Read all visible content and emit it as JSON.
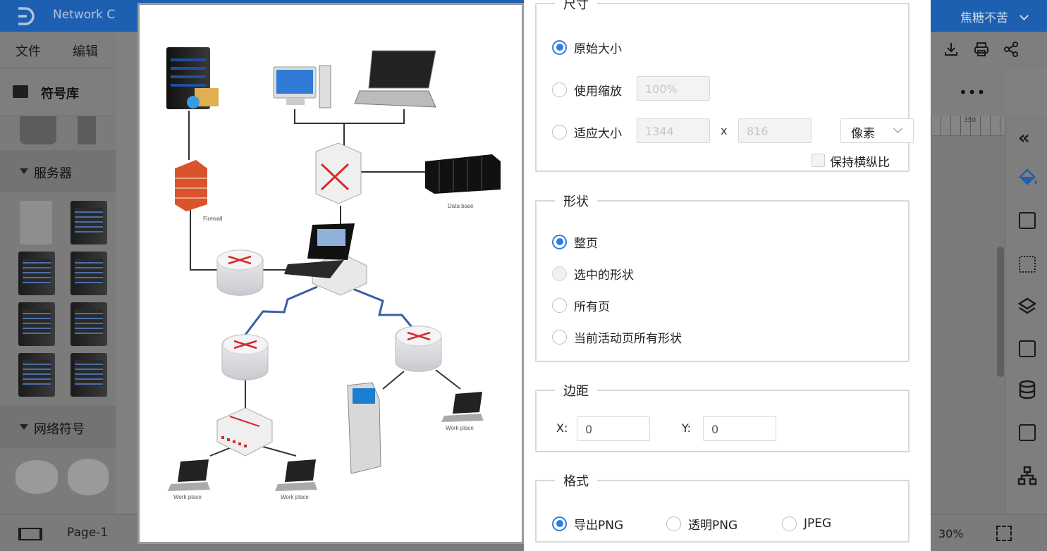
{
  "app": {
    "title": "Network C",
    "user": "焦糖不苦",
    "menu": [
      "文件",
      "编辑"
    ],
    "library_title": "符号库",
    "categories": [
      "服务器",
      "网络符号"
    ],
    "page_tab": "Page-1",
    "zoom": "30%",
    "ruler_mark": "350"
  },
  "preview": {
    "labels": {
      "firewall": "Firewall",
      "database": "Data base",
      "workplace": "Work place"
    }
  },
  "export": {
    "size": {
      "legend": "尺寸",
      "original": "原始大小",
      "use_scale": "使用缩放",
      "scale_value": "100%",
      "fit_size": "适应大小",
      "width": "1344",
      "height": "816",
      "times": "x",
      "unit": "像素",
      "keep_ratio": "保持横纵比"
    },
    "shape": {
      "legend": "形状",
      "whole_page": "整页",
      "selected_shapes": "选中的形状",
      "all_pages": "所有页",
      "active_page_shapes": "当前活动页所有形状"
    },
    "margin": {
      "legend": "边距",
      "x_label": "X:",
      "x_value": "0",
      "y_label": "Y:",
      "y_value": "0"
    },
    "format": {
      "legend": "格式",
      "png": "导出PNG",
      "transparent_png": "透明PNG",
      "jpeg": "JPEG"
    }
  },
  "colors": {
    "accent": "#2a7fe0",
    "app_bar": "#1d5fb0"
  }
}
